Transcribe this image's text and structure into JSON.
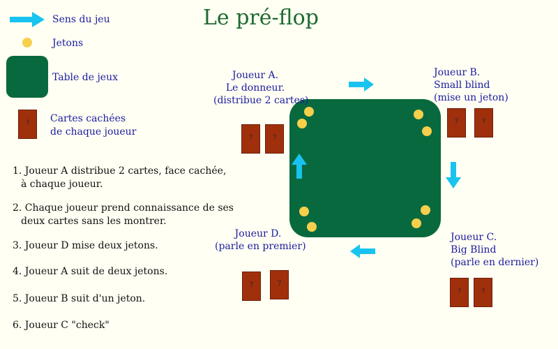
{
  "title": "Le pré-flop",
  "legend": {
    "direction": "Sens du jeu",
    "chips": "Jetons",
    "table": "Table de jeux",
    "cards_line1": "Cartes cachées",
    "cards_line2": "de chaque joueur",
    "card_mark": "?"
  },
  "steps": [
    "1. Joueur A distribue 2 cartes, face cachée,",
    "   à chaque joueur.",
    "2. Chaque joueur prend connaissance de ses",
    "   deux cartes sans les montrer.",
    "3. Joueur D mise deux jetons.",
    "4. Joueur A suit de deux jetons.",
    "5. Joueur B suit d'un jeton.",
    "6. Joueur C \"check\""
  ],
  "players": {
    "a": {
      "line1": "Joueur A.",
      "line2": "Le donneur.",
      "line3": "(distribue 2 cartes)"
    },
    "b": {
      "line1": "Joueur B.",
      "line2": "Small blind",
      "line3": "(mise un jeton)"
    },
    "c": {
      "line1": "Joueur C.",
      "line2": "Big Blind",
      "line3": "(parle en dernier)"
    },
    "d": {
      "line1": "Joueur D.",
      "line2": "(parle en premier)"
    }
  },
  "colors": {
    "arrow": "#19c3f0",
    "chip": "#f6cf4c",
    "table": "#09693e",
    "card": "#a0300c",
    "title": "#1d6b2f",
    "text": "#1a1aa0"
  }
}
